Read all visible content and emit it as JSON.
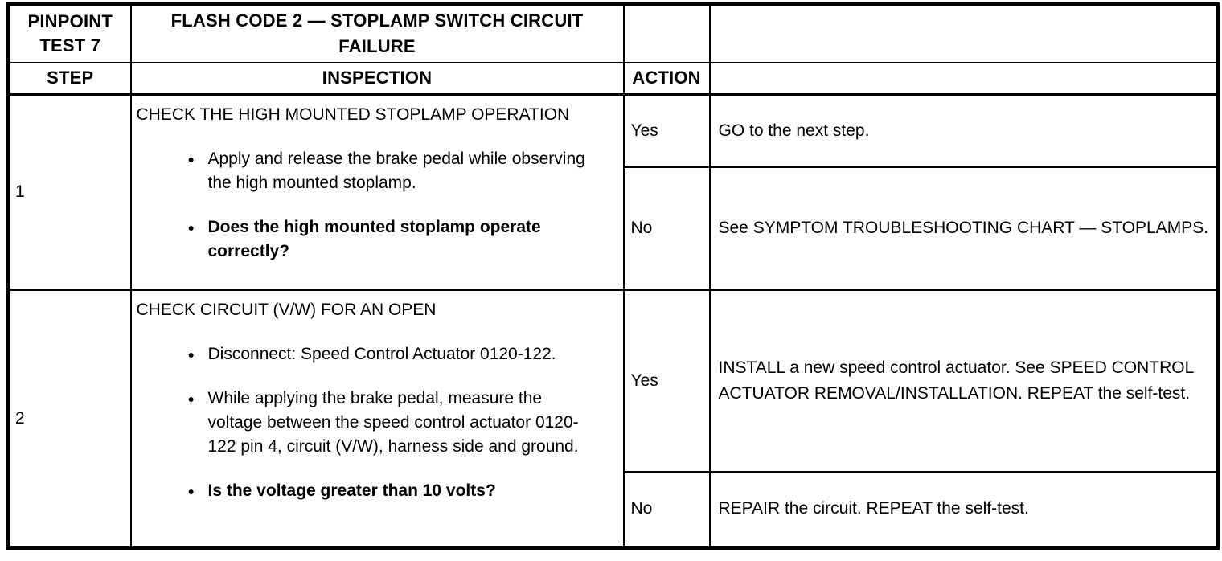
{
  "colors": {
    "background": "#ffffff",
    "text": "#000000",
    "border": "#000000"
  },
  "icons": {
    "bullet": "●"
  },
  "pinpoint_table": {
    "header": {
      "test_label": "PINPOINT TEST 7",
      "title": "FLASH CODE 2 — STOPLAMP SWITCH CIRCUIT FAILURE",
      "col_step": "STEP",
      "col_inspection": "INSPECTION",
      "col_action": "ACTION"
    },
    "steps": [
      {
        "number": "1",
        "heading": "CHECK THE HIGH MOUNTED STOPLAMP OPERATION",
        "bullets": [
          {
            "text": "Apply and release the brake pedal while observing the high mounted stoplamp.",
            "bold": false
          },
          {
            "text": "Does the high mounted stoplamp operate correctly?",
            "bold": true
          }
        ],
        "outcomes": [
          {
            "answer": "Yes",
            "result": "GO to the next step."
          },
          {
            "answer": "No",
            "result": "See SYMPTOM TROUBLESHOOTING CHART — STOPLAMPS."
          }
        ]
      },
      {
        "number": "2",
        "heading": "CHECK CIRCUIT (V/W) FOR AN OPEN",
        "bullets": [
          {
            "text": "Disconnect: Speed Control Actuator 0120-122.",
            "bold": false
          },
          {
            "text": "While applying the brake pedal, measure the voltage between the speed control actuator 0120-122 pin 4, circuit (V/W), harness side and ground.",
            "bold": false
          },
          {
            "text": "Is the voltage greater than 10 volts?",
            "bold": true
          }
        ],
        "outcomes": [
          {
            "answer": "Yes",
            "result": "INSTALL a new speed control actuator. See SPEED CONTROL ACTUATOR REMOVAL/INSTALLATION. REPEAT the self-test."
          },
          {
            "answer": "No",
            "result": "REPAIR the circuit. REPEAT the self-test."
          }
        ]
      }
    ]
  }
}
